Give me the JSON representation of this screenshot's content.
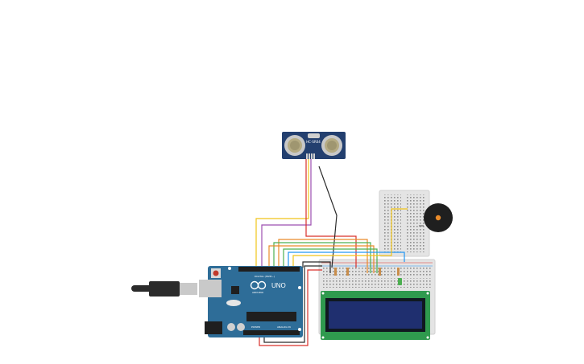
{
  "sensor": {
    "model": "HC-SR04"
  },
  "arduino": {
    "board_name": "UNO",
    "brand": "ARDUINO",
    "digital_label": "DIGITAL (PWM~)",
    "power_label": "POWER",
    "analog_label": "ANALOG IN"
  },
  "colors": {
    "board": "#2e6d98",
    "sensor": "#233f6f",
    "lcd_pcb": "#2f9a4e",
    "lcd_screen": "#1f2f6f",
    "breadboard": "#e4e4e4",
    "buzzer": "#1f1f1f",
    "wire_red": "#d9302b",
    "wire_yellow": "#f0c419",
    "wire_green": "#4caf50",
    "wire_orange": "#e98b2a",
    "wire_black": "#2b2b2b",
    "wire_blue": "#2196f3",
    "wire_purple": "#9c4fb0"
  }
}
